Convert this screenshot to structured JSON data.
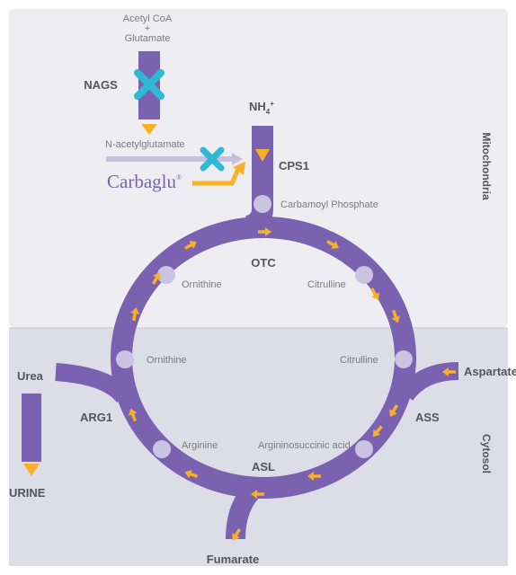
{
  "zones": {
    "mitochondria": "Mitochondria",
    "cytosol": "Cytosol"
  },
  "inputs": {
    "acetyl_coa": "Acetyl CoA",
    "plus": "+",
    "glutamate": "Glutamate",
    "nags": "NAGS",
    "n_acetylglutamate": "N-acetylglutamate",
    "carbaglu": "Carbaglu",
    "carbaglu_mark": "®",
    "nh4": "NH",
    "nh4_sub": "4",
    "nh4_sup": "+"
  },
  "enzymes": {
    "cps1": "CPS1",
    "otc": "OTC",
    "ass": "ASS",
    "asl": "ASL",
    "arg1": "ARG1"
  },
  "metabolites": {
    "carbamoyl_phosphate": "Carbamoyl Phosphate",
    "ornithine_top": "Ornithine",
    "citrulline_top": "Citrulline",
    "ornithine_left": "Ornithine",
    "citrulline_right": "Citrulline",
    "arginine": "Arginine",
    "argininosuccinic_acid": "Argininosuccinic acid",
    "aspartate": "Aspartate",
    "fumarate": "Fumarate",
    "urea": "Urea",
    "urine": "URINE"
  },
  "colors": {
    "pathway": "#7b62b0",
    "arrow": "#f8b126",
    "node": "#c9c4e2",
    "block": "#2fb8d3",
    "mito_bg": "#eeeef2",
    "cyto_bg": "#dcdde6",
    "carbaglu_text": "#7b62b0",
    "nag_arrow": "#c6c0de",
    "text": "#55555a",
    "text_light": "#7a7a80"
  },
  "icons": {
    "block": "x-block-icon",
    "flow": "chevron-arrow-icon",
    "step": "triangle-down-icon"
  }
}
